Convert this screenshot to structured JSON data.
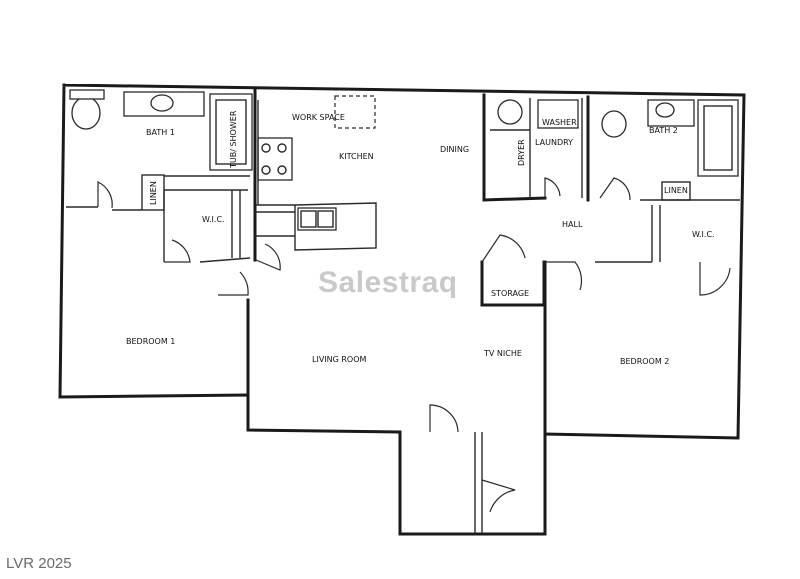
{
  "rooms": {
    "bath1": "BATH 1",
    "tub_shower": "TUB/ SHOWER",
    "work_space": "WORK SPACE",
    "kitchen": "KITCHEN",
    "dining": "DINING",
    "dryer": "DRYER",
    "washer": "WASHER",
    "laundry": "LAUNDRY",
    "bath2": "BATH 2",
    "linen1": "LINEN",
    "linen2": "LINEN",
    "wic1": "W.I.C.",
    "wic2": "W.I.C.",
    "hall": "HALL",
    "storage": "STORAGE",
    "bedroom1": "BEDROOM 1",
    "living_room": "LIVING ROOM",
    "tv_niche": "TV NICHE",
    "bedroom2": "BEDROOM 2"
  },
  "watermark": "Salestraq",
  "copyright": "LVR 2025"
}
